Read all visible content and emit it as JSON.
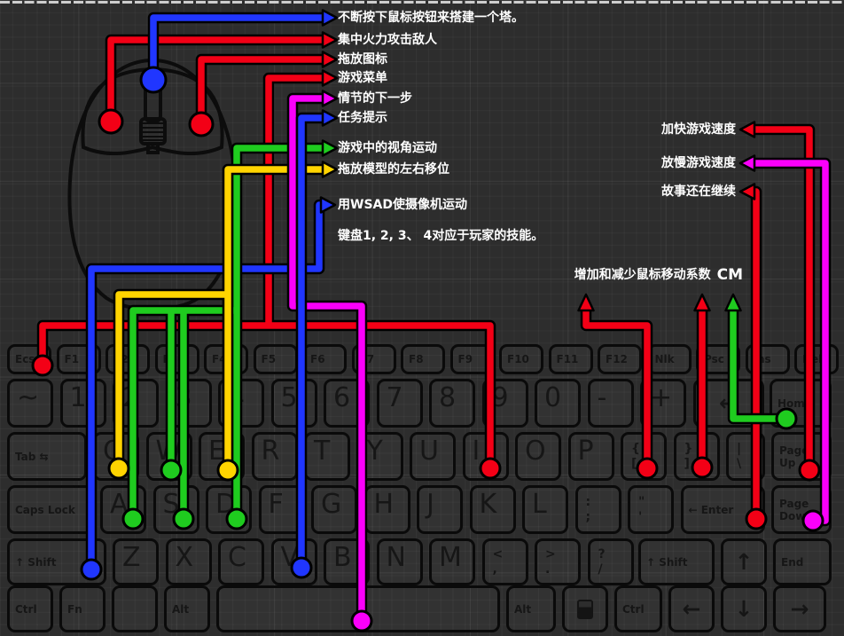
{
  "colors": {
    "red": "#f30016",
    "blue": "#2036ff",
    "green": "#1fcc1f",
    "yellow": "#ffd400",
    "magenta": "#fa00fa"
  },
  "callouts_left": [
    {
      "text": "不断按下鼠标按钮来搭建一个塔。",
      "color": "blue"
    },
    {
      "text": "集中火力攻击敌人",
      "color": "red"
    },
    {
      "text": "拖放图标",
      "color": "red"
    },
    {
      "text": "游戏菜单",
      "color": "red"
    },
    {
      "text": "情节的下一步",
      "color": "magenta"
    },
    {
      "text": "任务提示",
      "color": "blue"
    },
    {
      "text": "游戏中的视角运动",
      "color": "green"
    },
    {
      "text": "拖放模型的左右移位",
      "color": "yellow"
    },
    {
      "text": "用WSAD使摄像机运动",
      "color": "blue"
    }
  ],
  "note_skills": "键盘1, 2, 3、 4对应于玩家的技能。",
  "callouts_right": [
    {
      "text": "加快游戏速度",
      "color": "red"
    },
    {
      "text": "放慢游戏速度",
      "color": "magenta"
    },
    {
      "text": "故事还在继续",
      "color": "red"
    }
  ],
  "cm_label": {
    "text": "增加和减少鼠标移动系数",
    "code": "CM"
  },
  "keyboard": {
    "rows": [
      [
        "Ecs",
        "F1",
        "F2",
        "F3",
        "F4",
        "F5",
        "F6",
        "F7",
        "F8",
        "F9",
        "F10",
        "F11",
        "F12",
        "Nlk",
        "Psc",
        "Ins",
        "Del"
      ],
      [
        "~",
        "1",
        "2",
        "3",
        "4",
        "5",
        "6",
        "7",
        "8",
        "9",
        "0",
        "-",
        "+",
        "←",
        "Home"
      ],
      [
        "Tab ⇆",
        "Q",
        "W",
        "E",
        "R",
        "T",
        "Y",
        "U",
        "I",
        "O",
        "P",
        {
          "top": "{",
          "bottom": "["
        },
        {
          "top": "}",
          "bottom": "]"
        },
        {
          "top": "|",
          "bottom": "\\"
        },
        "Page Up"
      ],
      [
        "Caps Lock",
        "A",
        "S",
        "D",
        "F",
        "G",
        "H",
        "J",
        "K",
        "L",
        {
          "top": ":",
          "bottom": ";"
        },
        {
          "top": "\"",
          "bottom": "'"
        },
        "← Enter",
        "Page Down"
      ],
      [
        "↑ Shift",
        "Z",
        "X",
        "C",
        "V",
        "B",
        "N",
        "M",
        {
          "top": "<",
          "bottom": ","
        },
        {
          "top": ">",
          "bottom": "."
        },
        {
          "top": "?",
          "bottom": "/"
        },
        "↑ Shift",
        "↑",
        "End"
      ],
      [
        "Ctrl",
        "Fn",
        "",
        "Alt",
        "",
        "Alt",
        "",
        "Ctrl",
        "←",
        "↓",
        "→"
      ]
    ]
  }
}
